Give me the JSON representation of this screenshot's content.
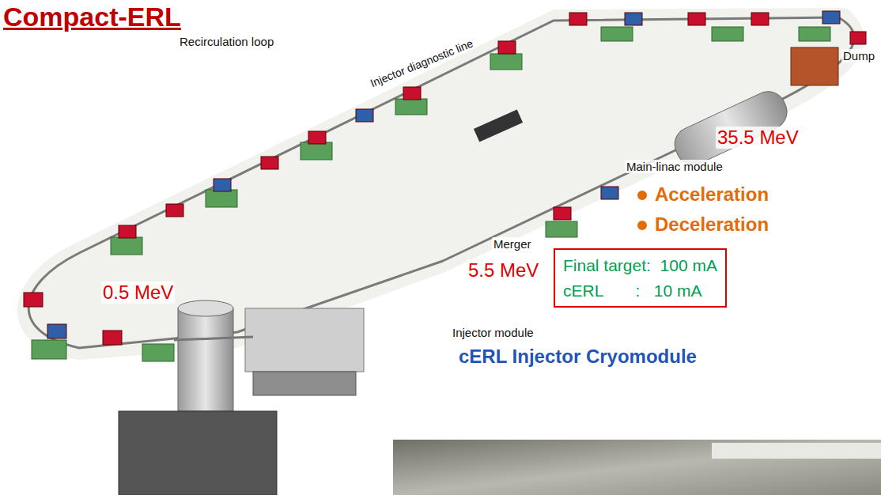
{
  "diagram": {
    "title": "Compact-ERL",
    "nodes": [
      {
        "text": [
          "Final target:  100 mA",
          "cERL       :   10 mA"
        ]
      }
    ],
    "labels": [
      "Recirculation loop",
      "Injector diagnostic line",
      "Dump",
      "35.5 MeV",
      "Main-linac module",
      "Acceleration",
      "Deceleration",
      "0.5 MeV",
      "Merger",
      "5.5 MeV",
      "Injector module",
      "cERL Injector Cryomodule"
    ]
  }
}
